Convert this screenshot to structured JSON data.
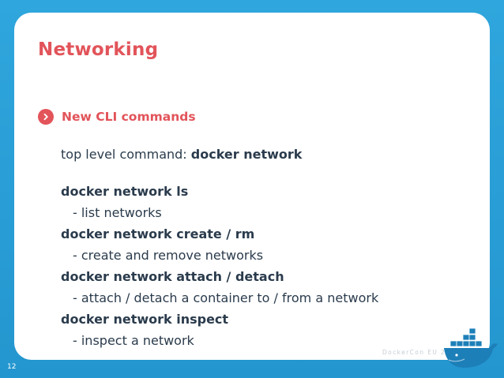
{
  "slide": {
    "title": "Networking",
    "bullet": "New CLI commands",
    "intro_prefix": "top level command: ",
    "intro_command": "docker network",
    "lines": [
      {
        "text": "docker network ls",
        "bold": true
      },
      {
        "text": "- list networks",
        "bold": false
      },
      {
        "text": "docker network create / rm",
        "bold": true
      },
      {
        "text": "- create and remove networks",
        "bold": false
      },
      {
        "text": "docker network attach / detach",
        "bold": true
      },
      {
        "text": "- attach / detach a container to / from a network",
        "bold": false
      },
      {
        "text": "docker network inspect",
        "bold": true
      },
      {
        "text": "- inspect a network",
        "bold": false
      }
    ],
    "footer": "DockerCon EU 2015",
    "page_number": "12"
  },
  "colors": {
    "accent": "#e2545a",
    "background": "#2b9fd6",
    "text": "#2a3b4c"
  },
  "icons": {
    "bullet": "chevron-right-icon",
    "logo": "docker-whale-icon"
  }
}
